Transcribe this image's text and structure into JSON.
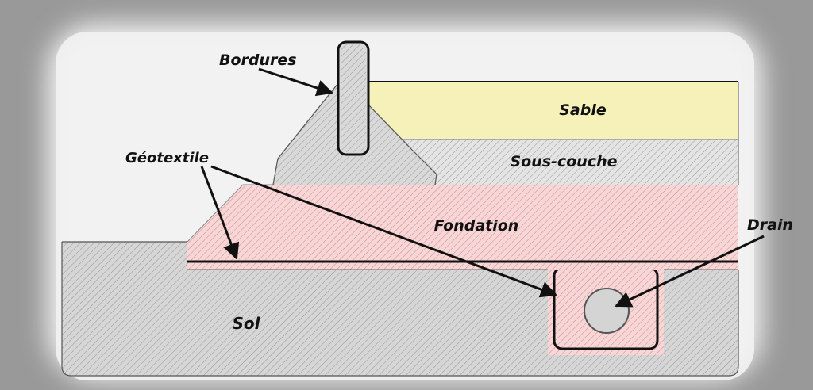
{
  "labels": {
    "bordures": "Bordures",
    "geotextile": "Géotextile",
    "sable": "Sable",
    "sous_couche": "Sous-couche",
    "fondation": "Fondation",
    "drain": "Drain",
    "sol": "Sol"
  },
  "colors": {
    "background": "#999999",
    "glow": "#f2f2f2",
    "sable": "#f6f1b8",
    "fondation": "#f6d6d6",
    "hatch_red": "#d27a7a",
    "sol": "#d6d6d6",
    "hatch_grey": "#8e8e8e",
    "concrete": "#d9d9d9",
    "outline": "#111111"
  }
}
